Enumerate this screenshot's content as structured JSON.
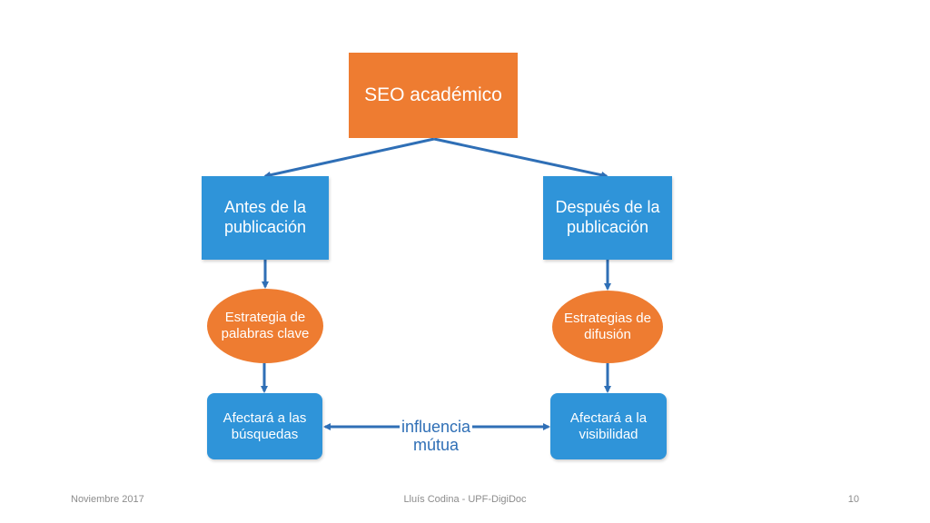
{
  "diagram": {
    "root": {
      "label": "SEO académico"
    },
    "before": {
      "label": "Antes de la publicación"
    },
    "after": {
      "label": "Después de la publicación"
    },
    "keywords": {
      "label": "Estrategia de palabras clave"
    },
    "diffusion": {
      "label": "Estrategias de difusión"
    },
    "searches": {
      "label": "Afectará a las búsquedas"
    },
    "visibility": {
      "label": "Afectará a la visibilidad"
    },
    "mutual": {
      "label": "influencia mútua"
    }
  },
  "footer": {
    "date": "Noviembre 2017",
    "author": "Lluís Codina - UPF-DigiDoc",
    "page": "10"
  },
  "colors": {
    "orange": "#ee7c31",
    "blue": "#2f94d9",
    "arrow": "#2f6fb6",
    "footer_text": "#8c8c8c"
  }
}
